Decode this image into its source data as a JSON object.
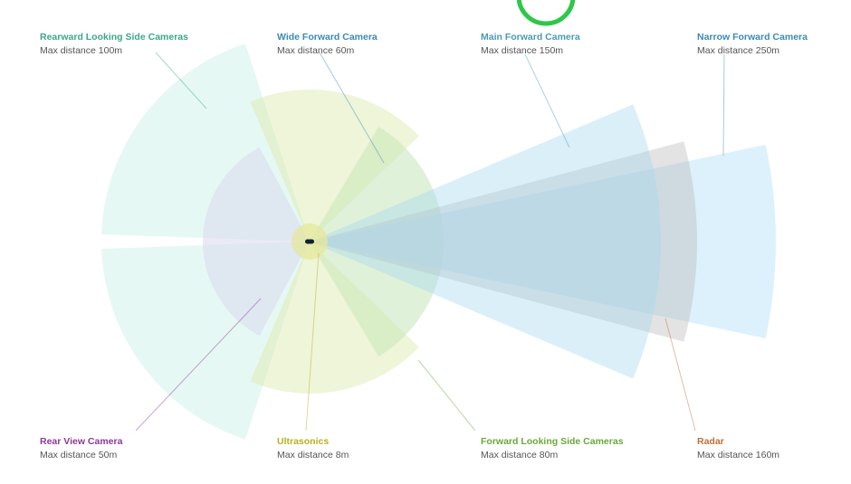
{
  "colors": {
    "wide": "#dbe8a8",
    "ultra": "#e6e89a",
    "forward_side": "#c7e6ba",
    "rear_side": "#c8f0e4",
    "rear_view": "#d9d9ee",
    "main": "#a5d8f0",
    "radar": "#b8b8b8",
    "narrow": "#bfe5f7",
    "car": "#102030",
    "logo": "#2dc84a"
  },
  "sensors": {
    "rearward_side": {
      "name": "Rearward Looking Side Cameras",
      "distance": "Max distance 100m",
      "color": "#3aa88a"
    },
    "wide_forward": {
      "name": "Wide Forward Camera",
      "distance": "Max distance 60m",
      "color": "#3a8ab8"
    },
    "main_forward": {
      "name": "Main Forward Camera",
      "distance": "Max distance 150m",
      "color": "#4a9ab8"
    },
    "narrow_forward": {
      "name": "Narrow Forward Camera",
      "distance": "Max distance 250m",
      "color": "#3a8ab8"
    },
    "rear_view": {
      "name": "Rear View Camera",
      "distance": "Max distance 50m",
      "color": "#8a3a9a"
    },
    "ultrasonics": {
      "name": "Ultrasonics",
      "distance": "Max distance 8m",
      "color": "#b8b020"
    },
    "forward_side": {
      "name": "Forward Looking Side Cameras",
      "distance": "Max distance 80m",
      "color": "#6aa83a"
    },
    "radar": {
      "name": "Radar",
      "distance": "Max distance 160m",
      "color": "#b8703a"
    }
  }
}
